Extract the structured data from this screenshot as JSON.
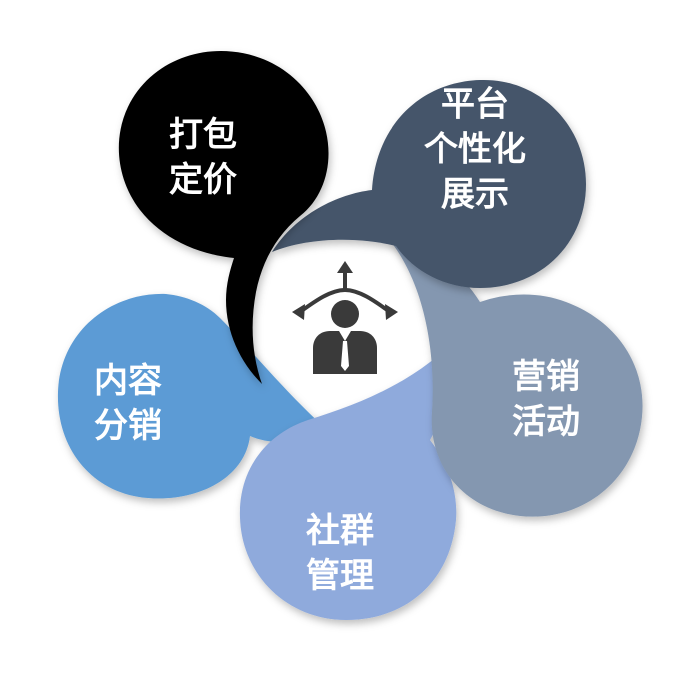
{
  "petals": [
    {
      "id": "packaging",
      "lines": [
        "打包",
        "定价"
      ],
      "color": "#000000"
    },
    {
      "id": "platform",
      "lines": [
        "平台",
        "个性化",
        "展示"
      ],
      "color": "#44546A"
    },
    {
      "id": "marketing",
      "lines": [
        "营销",
        "活动"
      ],
      "color": "#8497B0"
    },
    {
      "id": "community",
      "lines": [
        "社群",
        "管理"
      ],
      "color": "#8FAADC"
    },
    {
      "id": "distribution",
      "lines": [
        "内容",
        "分销"
      ],
      "color": "#5B9BD5"
    }
  ],
  "center": {
    "icon": "businessman-with-four-direction-arrows-icon",
    "color": "#3A3A3A"
  }
}
